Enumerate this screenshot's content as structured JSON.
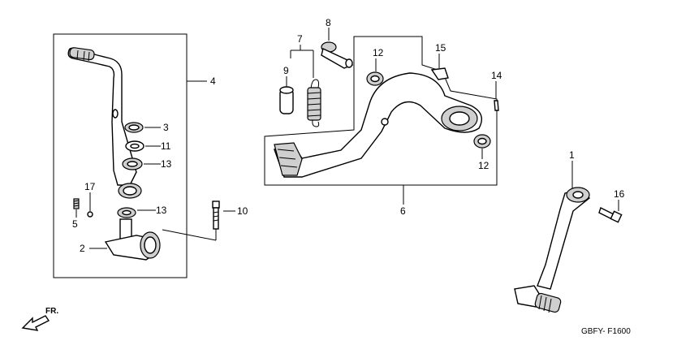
{
  "diagram": {
    "code": "GBFY- F1600",
    "front_arrow": "FR."
  },
  "callouts": {
    "c1": "1",
    "c2": "2",
    "c3": "3",
    "c4": "4",
    "c5": "5",
    "c6": "6",
    "c7": "7",
    "c8": "8",
    "c9": "9",
    "c10": "10",
    "c11": "11",
    "c12a": "12",
    "c12b": "12",
    "c13a": "13",
    "c13b": "13",
    "c14": "14",
    "c15": "15",
    "c16": "16",
    "c17": "17"
  }
}
